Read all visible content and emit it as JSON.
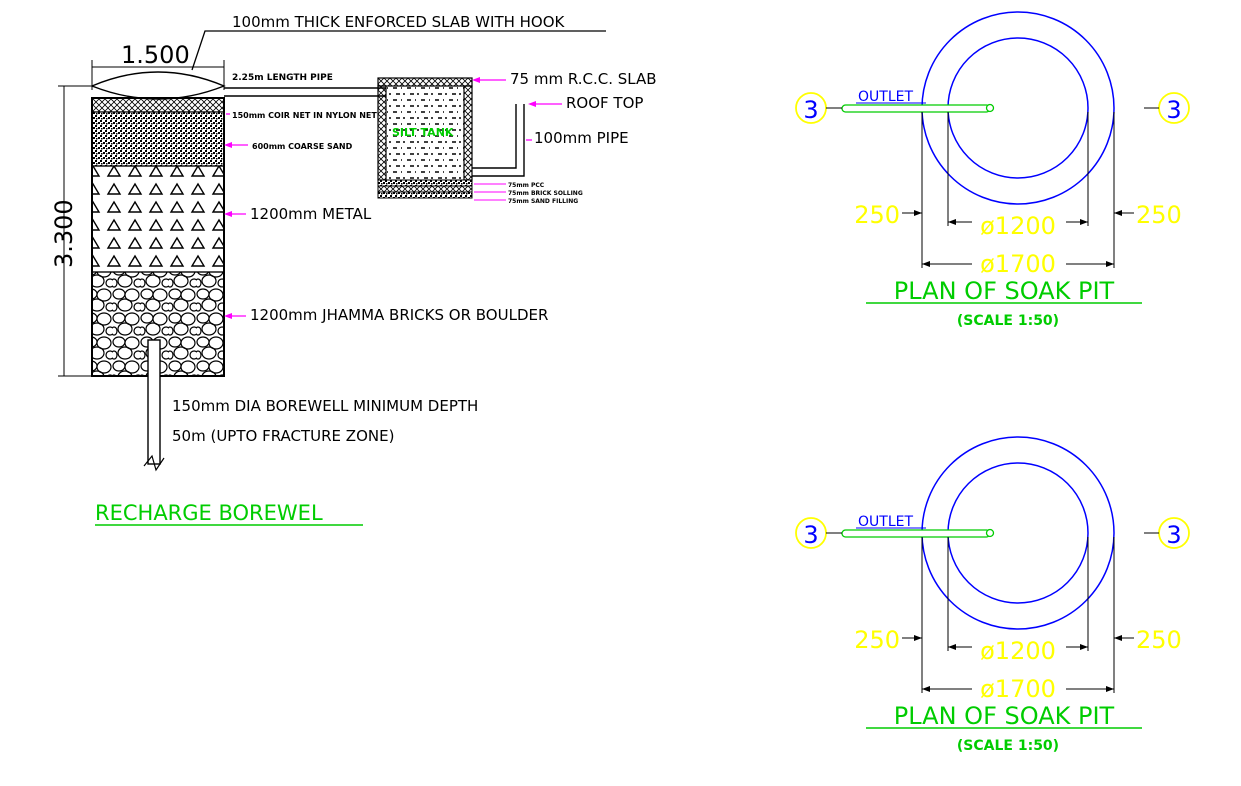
{
  "colors": {
    "line": "#000000",
    "magenta": "#ff00ff",
    "green": "#00cc00",
    "yellow": "#ffff00",
    "blue": "#0000ff",
    "bg": "#ffffff"
  },
  "section": {
    "top_label": "100mm THICK ENFORCED SLAB WITH HOOK",
    "width_dim": "1.500",
    "height_dim": "3.300",
    "pipe_label": "2.25m LENGTH PIPE",
    "rcc_slab": "75 mm R.C.C. SLAB",
    "roof_top": "ROOF TOP",
    "pipe_100": "100mm PIPE",
    "coir_net": "150mm COIR NET IN NYLON NET",
    "silt_tank": "SILT TANK",
    "coarse_sand": "600mm COARSE SAND",
    "pcc": "75mm PCC",
    "brick_soling": "75mm BRICK SOLLING",
    "sand_filling": "75mm SAND FILLING",
    "metal": "1200mm METAL",
    "jhamma": "1200mm JHAMMA BRICKS OR BOULDER",
    "borewell_line1": "150mm DIA BOREWELL MINIMUM DEPTH",
    "borewell_line2": "50m (UPTO FRACTURE ZONE)",
    "title": "RECHARGE BOREWEL"
  },
  "plans": [
    {
      "outlet": "OUTLET",
      "marker": "3",
      "dim_side_left": "250",
      "dim_side_right": "250",
      "inner_dia": "ø1200",
      "outer_dia": "ø1700",
      "title": "PLAN OF SOAK PIT",
      "scale": "(SCALE 1:50)"
    },
    {
      "outlet": "OUTLET",
      "marker": "3",
      "dim_side_left": "250",
      "dim_side_right": "250",
      "inner_dia": "ø1200",
      "outer_dia": "ø1700",
      "title": "PLAN OF SOAK PIT",
      "scale": "(SCALE 1:50)"
    }
  ]
}
